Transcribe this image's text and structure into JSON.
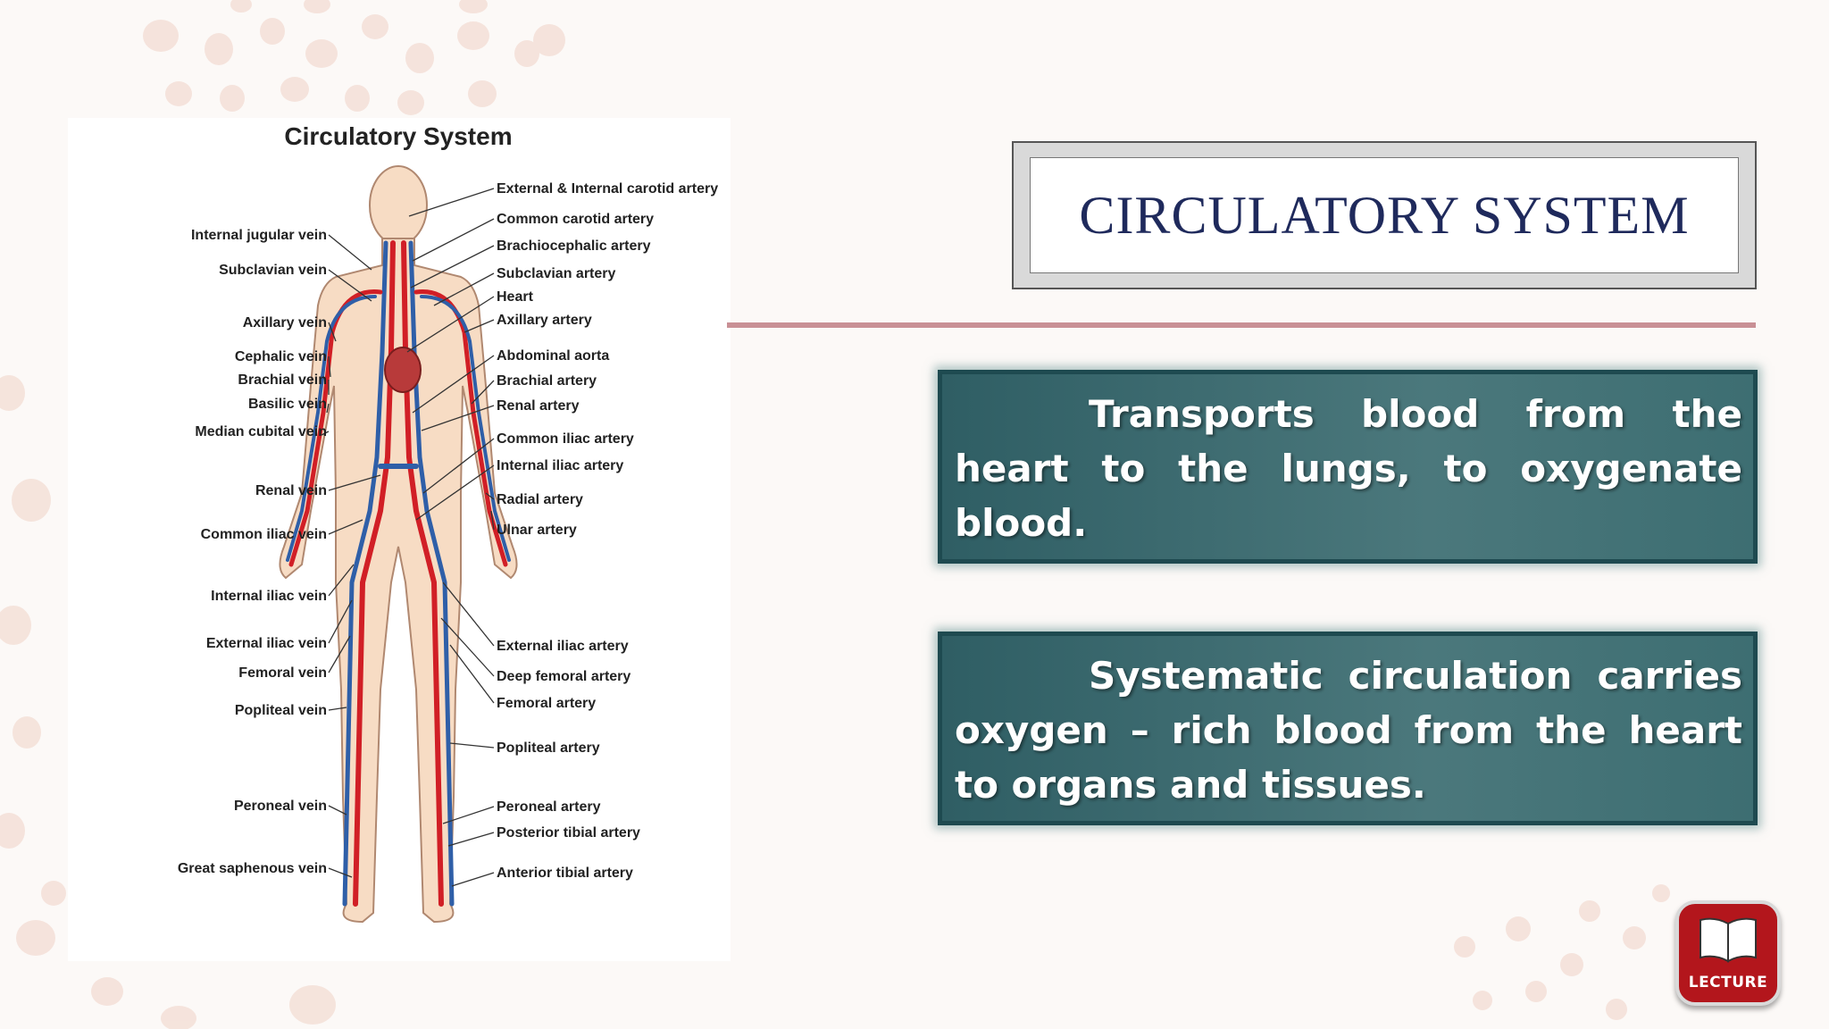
{
  "slide": {
    "title": "CIRCULATORY SYSTEM",
    "points": [
      "Transports blood from the heart to the lungs, to oxygenate blood.",
      "Systematic circulation carries oxygen – rich blood from the heart to organs and tissues."
    ]
  },
  "diagram": {
    "title": "Circulatory System",
    "left_labels": [
      "Internal jugular vein",
      "Subclavian vein",
      "Axillary vein",
      "Cephalic vein",
      "Brachial vein",
      "Basilic vein",
      "Median cubital vein",
      "Renal vein",
      "Common iliac vein",
      "Internal iliac vein",
      "External iliac vein",
      "Femoral vein",
      "Popliteal vein",
      "Peroneal vein",
      "Great saphenous vein"
    ],
    "right_labels": [
      "External & Internal carotid artery",
      "Common carotid artery",
      "Brachiocephalic artery",
      "Subclavian artery",
      "Heart",
      "Axillary artery",
      "Abdominal aorta",
      "Brachial artery",
      "Renal artery",
      "Common iliac artery",
      "Internal iliac artery",
      "Radial artery",
      "Ulnar artery",
      "External iliac artery",
      "Deep femoral artery",
      "Femoral artery",
      "Popliteal artery",
      "Peroneal artery",
      "Posterior tibial artery",
      "Anterior tibial artery"
    ]
  },
  "badge": {
    "label": "LECTURE",
    "icon": "open-book-icon",
    "color": "#b3161c"
  },
  "colors": {
    "title_text": "#1f2a5c",
    "box_fill": "#3d6e72",
    "rule": "#c99095",
    "artery": "#d11f26",
    "vein": "#2f5fa8"
  }
}
